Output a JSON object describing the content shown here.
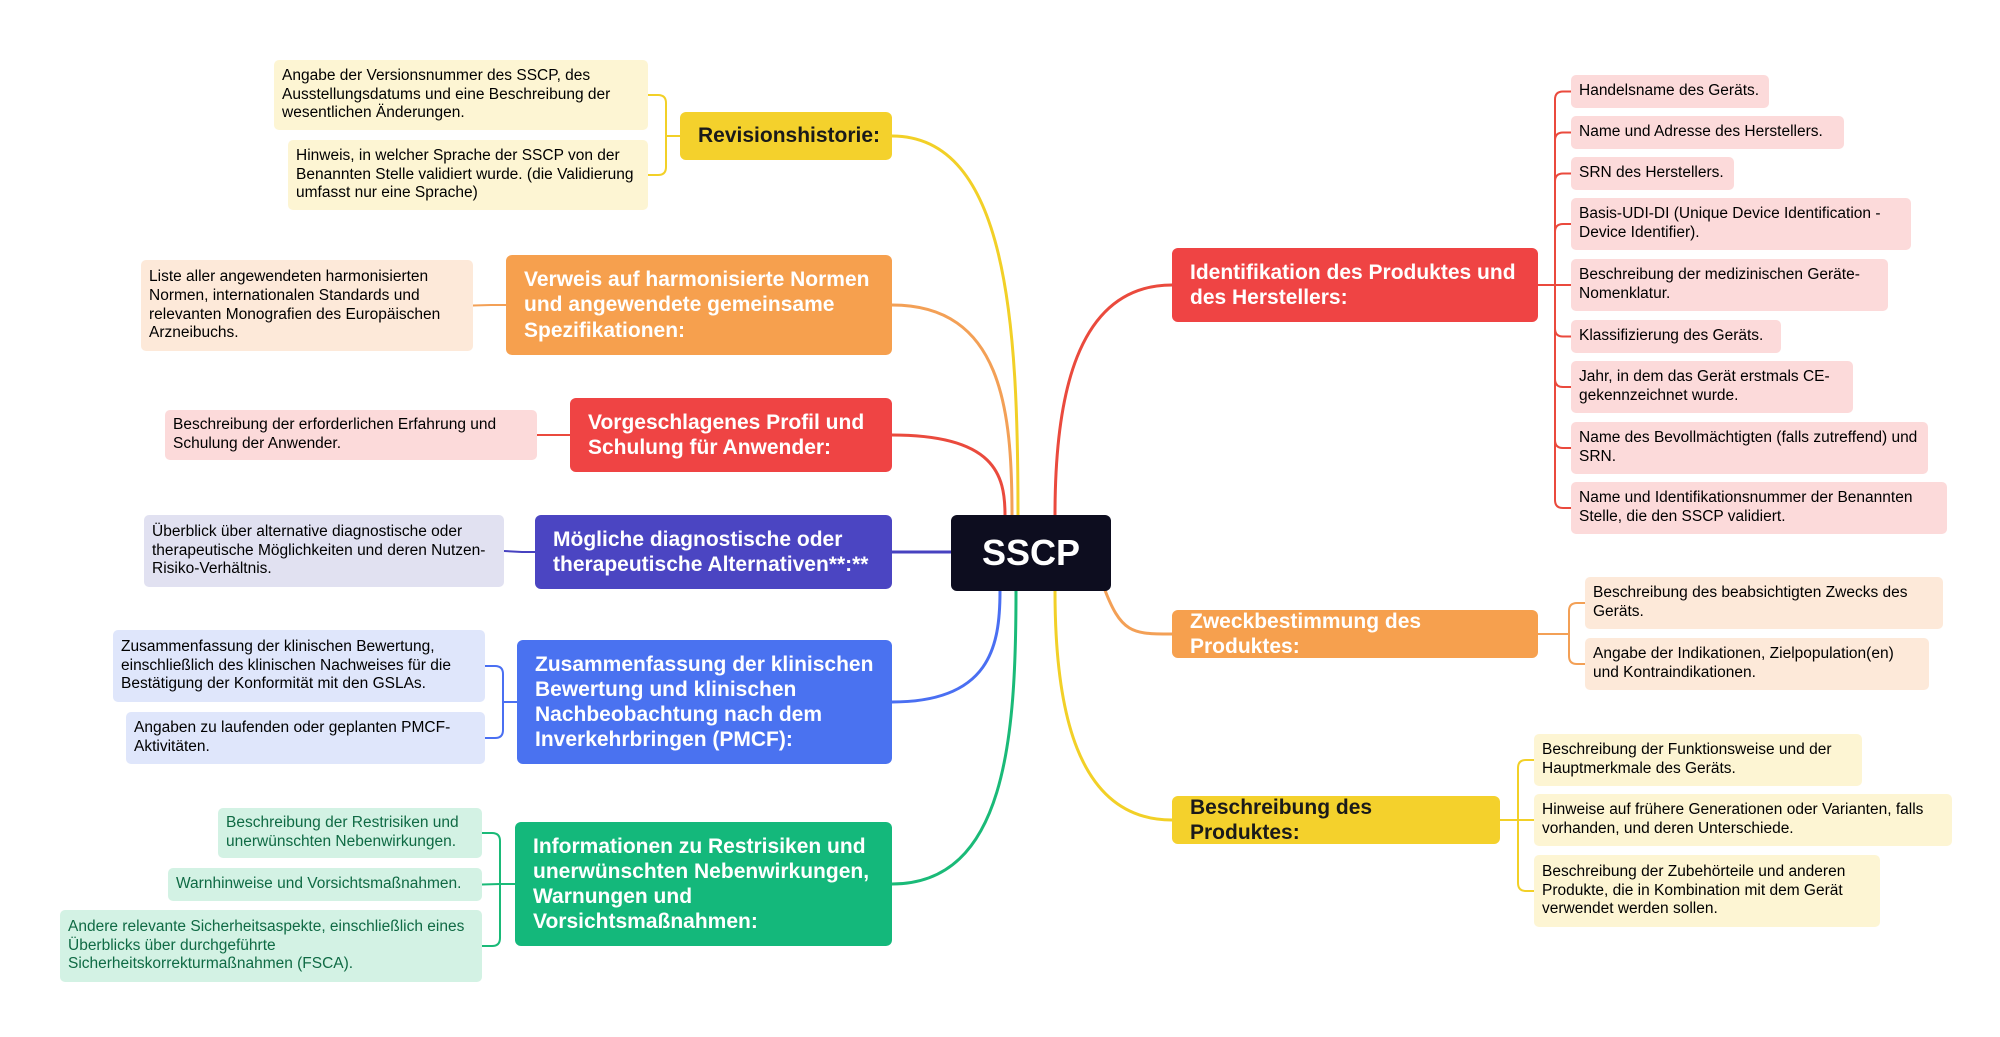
{
  "center": {
    "label": "SSCP"
  },
  "colors": {
    "yellow": "#f4d12c",
    "yellow_leaf": "#fdf5d3",
    "yellow_line": "#f2d027",
    "orange": "#f6a04e",
    "orange_leaf": "#fde9d9",
    "orange_line": "#f3a056",
    "red": "#ef4444",
    "red_leaf": "#fcdada",
    "red_line": "#ea4a3d",
    "indigo": "#4b45c2",
    "indigo_leaf": "#e1e1f1",
    "indigo_line": "#4742c0",
    "blue": "#4a72f0",
    "blue_leaf": "#dfe6fb",
    "blue_line": "#4a6ff2",
    "green": "#14b87b",
    "green_leaf": "#d3f2e4",
    "green_line": "#1aba78",
    "green_text": "#0f6a44"
  },
  "left_branches": {
    "revision": {
      "label": "Revisionshistorie:",
      "leaves": [
        "Angabe der Versionsnummer des SSCP, des Ausstellungsdatums und eine Beschreibung der wesentlichen Änderungen.",
        "Hinweis, in welcher Sprache der SSCP von der Benannten Stelle validiert wurde. (die Validierung umfasst nur eine Sprache)"
      ]
    },
    "normen": {
      "label": "Verweis auf harmonisierte Normen und angewendete gemeinsame Spezifikationen:",
      "leaves": [
        "Liste aller angewendeten harmonisierten Normen, internationalen Standards und relevanten Monografien des Europäischen Arzneibuchs."
      ]
    },
    "profil": {
      "label": "Vorgeschlagenes Profil und Schulung für Anwender:",
      "leaves": [
        "Beschreibung der erforderlichen Erfahrung und Schulung der Anwender."
      ]
    },
    "alternativen": {
      "label": "Mögliche diagnostische oder therapeutische Alternativen**:**",
      "leaves": [
        "Überblick über alternative diagnostische oder therapeutische Möglichkeiten und deren Nutzen-Risiko-Verhältnis."
      ]
    },
    "klinisch": {
      "label": "Zusammenfassung der klinischen Bewertung und klinischen Nachbeobachtung nach dem Inverkehrbringen (PMCF):",
      "leaves": [
        "Zusammenfassung der klinischen Bewertung, einschließlich des klinischen Nachweises für die Bestätigung der Konformität mit den GSLAs.",
        "Angaben zu laufenden oder geplanten PMCF-Aktivitäten."
      ]
    },
    "risiken": {
      "label": "Informationen zu Restrisiken und unerwünschten Nebenwirkungen, Warnungen und Vorsichtsmaßnahmen:",
      "leaves": [
        "Beschreibung der Restrisiken und unerwünschten Nebenwirkungen.",
        "Warnhinweise und Vorsichtsmaßnahmen.",
        "Andere relevante Sicherheitsaspekte, einschließlich eines Überblicks über durchgeführte Sicherheitskorrekturmaßnahmen (FSCA)."
      ]
    }
  },
  "right_branches": {
    "identifikation": {
      "label": "Identifikation des Produktes und des Herstellers:",
      "leaves": [
        "Handelsname des Geräts.",
        "Name und Adresse des Herstellers.",
        "SRN des Herstellers.",
        "Basis-UDI-DI (Unique Device Identification - Device Identifier).",
        "Beschreibung der medizinischen Geräte-Nomenklatur.",
        "Klassifizierung des Geräts.",
        "Jahr, in dem das Gerät erstmals CE-gekennzeichnet wurde.",
        "Name des Bevollmächtigten (falls zutreffend) und SRN.",
        "Name und Identifikationsnummer der Benannten Stelle, die den SSCP validiert."
      ]
    },
    "zweck": {
      "label": "Zweckbestimmung des Produktes:",
      "leaves": [
        "Beschreibung des beabsichtigten Zwecks des Geräts.",
        "Angabe der Indikationen, Zielpopulation(en) und Kontraindikationen."
      ]
    },
    "beschreibung": {
      "label": "Beschreibung des Produktes:",
      "leaves": [
        "Beschreibung der Funktionsweise und der Hauptmerkmale des Geräts.",
        "Hinweise auf frühere Generationen oder Varianten, falls vorhanden, und deren Unterschiede.",
        "Beschreibung der Zubehörteile und anderen Produkte, die in Kombination mit dem Gerät verwendet werden sollen."
      ]
    }
  }
}
